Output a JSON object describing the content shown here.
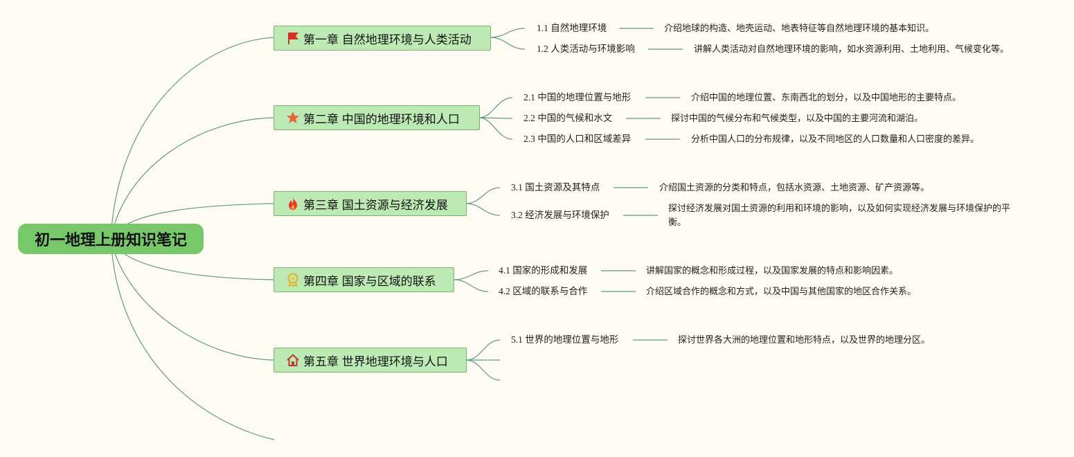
{
  "root": {
    "title": "初一地理上册知识笔记"
  },
  "colors": {
    "line": "#5f9a82",
    "root_bg": "#77c86b",
    "chapter_bg": "#bde9b4",
    "page_bg": "#fefcf2"
  },
  "chapters": [
    {
      "title": "第一章 自然地理环境与人类活动",
      "icon": "red-flag-icon",
      "sections": [
        {
          "title": "1.1 自然地理环境",
          "desc": "介绍地球的构造、地壳运动、地表特征等自然地理环境的基本知识。"
        },
        {
          "title": "1.2 人类活动与环境影响",
          "desc": "讲解人类活动对自然地理环境的影响，如水资源利用、土地利用、气候变化等。"
        }
      ]
    },
    {
      "title": "第二章 中国的地理环境和人口",
      "icon": "star-icon",
      "sections": [
        {
          "title": "2.1 中国的地理位置与地形",
          "desc": "介绍中国的地理位置、东南西北的划分，以及中国地形的主要特点。"
        },
        {
          "title": "2.2 中国的气候和水文",
          "desc": "探讨中国的气候分布和气候类型，以及中国的主要河流和湖泊。"
        },
        {
          "title": "2.3 中国的人口和区域差异",
          "desc": "分析中国人口的分布规律，以及不同地区的人口数量和人口密度的差异。"
        }
      ]
    },
    {
      "title": "第三章 国土资源与经济发展",
      "icon": "fire-icon",
      "sections": [
        {
          "title": "3.1 国土资源及其特点",
          "desc": "介绍国土资源的分类和特点，包括水资源、土地资源、矿产资源等。"
        },
        {
          "title": "3.2 经济发展与环境保护",
          "desc": "探讨经济发展对国土资源的利用和环境的影响，以及如何实现经济发展与环境保护的平衡。"
        }
      ]
    },
    {
      "title": "第四章 国家与区域的联系",
      "icon": "medal-icon",
      "sections": [
        {
          "title": "4.1 国家的形成和发展",
          "desc": "讲解国家的概念和形成过程，以及国家发展的特点和影响因素。"
        },
        {
          "title": "4.2 区域的联系与合作",
          "desc": "介绍区域合作的概念和方式，以及中国与其他国家的地区合作关系。"
        }
      ]
    },
    {
      "title": "第五章 世界地理环境与人口",
      "icon": "house-icon",
      "sections": [
        {
          "title": "5.1 世界的地理位置与地形",
          "desc": "探讨世界各大洲的地理位置和地形特点，以及世界的地理分区。"
        }
      ]
    }
  ]
}
